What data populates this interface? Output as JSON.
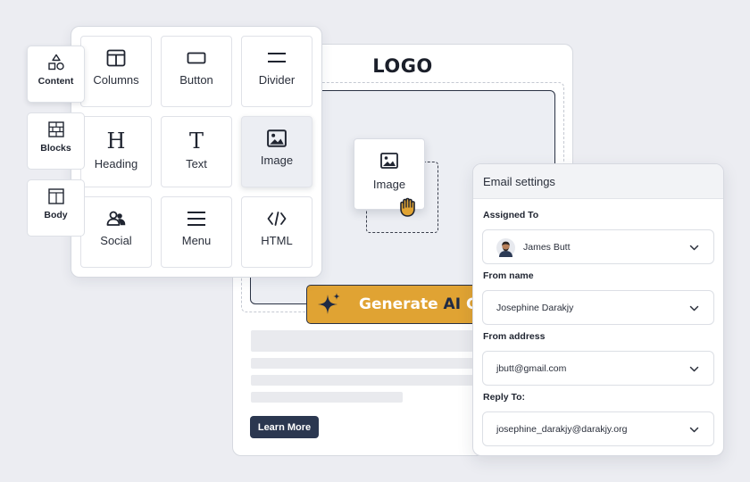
{
  "canvas": {
    "logo": "LOGO",
    "generate_button": {
      "label_prefix": "Generate ",
      "label_ai": "AI",
      "label_suffix": " Co"
    },
    "learn_more": "Learn More"
  },
  "dragging_block": {
    "label": "Image",
    "icon": "image-icon"
  },
  "sidebar": {
    "tabs": [
      {
        "label": "Content",
        "icon": "shapes-icon"
      },
      {
        "label": "Blocks",
        "icon": "blocks-icon"
      },
      {
        "label": "Body",
        "icon": "body-layout-icon"
      }
    ]
  },
  "blocks": {
    "items": [
      {
        "label": "Columns",
        "icon": "columns-icon"
      },
      {
        "label": "Button",
        "icon": "button-icon"
      },
      {
        "label": "Divider",
        "icon": "divider-icon"
      },
      {
        "label": "Heading",
        "icon": "heading-icon"
      },
      {
        "label": "Text",
        "icon": "text-icon"
      },
      {
        "label": "Image",
        "icon": "image-icon"
      },
      {
        "label": "Social",
        "icon": "social-icon"
      },
      {
        "label": "Menu",
        "icon": "menu-icon"
      },
      {
        "label": "HTML",
        "icon": "code-icon"
      }
    ]
  },
  "settings": {
    "title": "Email settings",
    "fields": [
      {
        "label": "Assigned To",
        "value": "James Butt"
      },
      {
        "label": "From name",
        "value": "Josephine Darakjy"
      },
      {
        "label": "From address",
        "value": "jbutt@gmail.com"
      },
      {
        "label": "Reply To:",
        "value": "josephine_darakjy@darakjy.org"
      }
    ]
  },
  "colors": {
    "accent_gold": "#e0a333",
    "navy": "#2b3750",
    "background": "#ecedf2"
  }
}
